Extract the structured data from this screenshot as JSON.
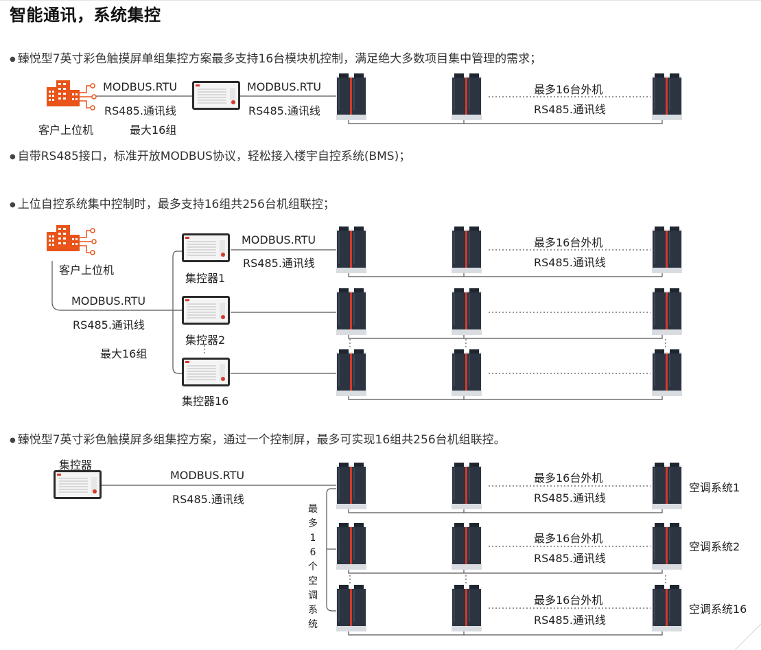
{
  "title": "智能通讯，系统集控",
  "bullets": [
    "臻悦型7英寸彩色触摸屏单组集控方案最多支持16台模块机控制，满足绝大多数项目集中管理的需求；",
    "自带RS485接口，标准开放MODBUS协议，轻松接入楼宇自控系统(BMS)；",
    "上位自控系统集中控制时，最多支持16组共256台机组联控；",
    "臻悦型7英寸彩色触摸屏多组集控方案，通过一个控制屏，最多可实现16组共256台机组联控。"
  ],
  "labels": {
    "modbus": "MODBUS.RTU",
    "rs485": "RS485.通讯线",
    "host": "客户上位机",
    "max16groups": "最大16组",
    "max16units": "最多16台外机",
    "controller1": "集控器1",
    "controller2": "集控器2",
    "controller16": "集控器16",
    "controller": "集控器",
    "vertical": "最多16个空调系统",
    "system1": "空调系统1",
    "system2": "空调系统2",
    "system16": "空调系统16"
  },
  "colors": {
    "accent": "#e8541a",
    "unit_dark": "#2b3440",
    "unit_red": "#d23a2c",
    "line": "#555555"
  },
  "icons": [
    "building-network-icon",
    "touch-controller-icon",
    "outdoor-unit-icon"
  ]
}
